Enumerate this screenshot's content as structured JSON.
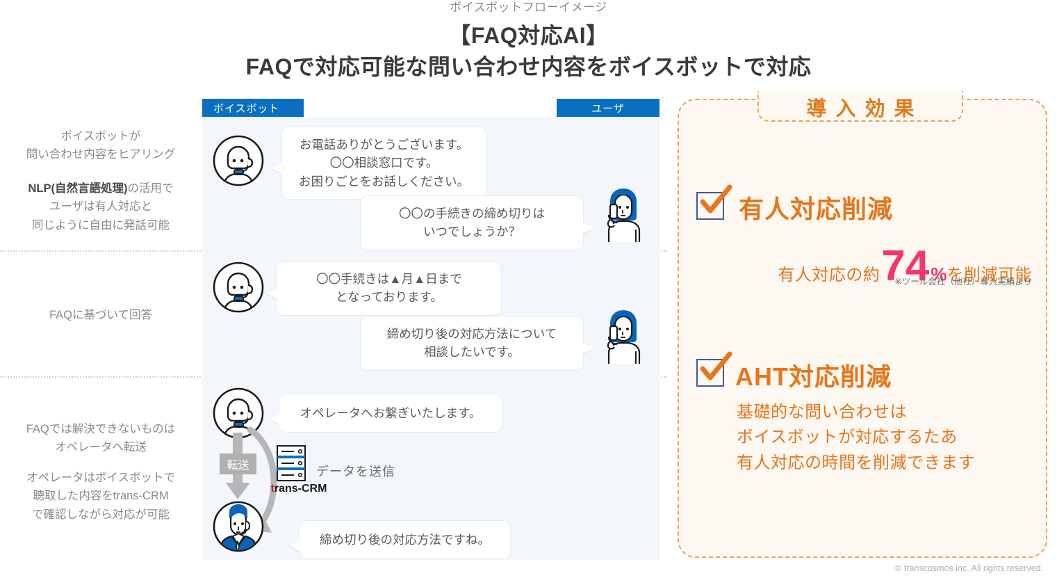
{
  "header": {
    "eyebrow": "ボイスボットフローイメージ",
    "title_line1": "【FAQ対応AI】",
    "title_line2": "FAQで対応可能な問い合わせ内容をボイスボットで対応"
  },
  "captions": {
    "c1": "ボイスボットが\n問い合わせ内容をヒアリング",
    "c1b_strong": "NLP(自然言語処理)",
    "c1b_rest": "の活用で\nユーザは有人対応と\n同じように自由に発話可能",
    "c2": "FAQに基づいて回答",
    "c3": "FAQでは解決できないものは\nオペレータへ転送",
    "c3b": "オペレータはボイスボットで\n聴取した内容をtrans-CRM\nで確認しながら対応が可能"
  },
  "chat": {
    "tab_bot": "ボイスボット",
    "tab_user": "ユーザ",
    "messages": [
      {
        "id": "m1",
        "speaker": "bot",
        "text": "お電話ありがとうございます。\n〇〇相談窓口です。\nお困りごとをお話しください。"
      },
      {
        "id": "m2",
        "speaker": "user",
        "text": "〇〇の手続きの締め切りは\nいつでしょうか？"
      },
      {
        "id": "m3",
        "speaker": "bot",
        "text": "〇〇手続きは▲月▲日まで\nとなっております。"
      },
      {
        "id": "m4",
        "speaker": "user",
        "text": "締め切り後の対応方法について\n相談したいです。"
      },
      {
        "id": "m5",
        "speaker": "bot",
        "text": "オペレータへお繋ぎいたします。"
      },
      {
        "id": "m6",
        "speaker": "operator",
        "text": "締め切り後の対応方法ですね。"
      }
    ],
    "transfer_label": "転送",
    "crm_label_red": "t",
    "crm_label_rest": "rans-CRM",
    "send_data_label": "データを送信"
  },
  "effects": {
    "title": "導入効果",
    "items": [
      {
        "heading": "有人対応削減",
        "stat_pre": "有人対応の約",
        "stat_number": "74",
        "stat_percent": "%",
        "stat_post": "を削減可能",
        "note": "※ツール会社（他社）導入実績より"
      },
      {
        "heading": "AHT対応削減",
        "body": "基礎的な問い合わせは\nボイスボットが対応するたあ\n有人対応の時間を削減できます"
      }
    ]
  },
  "footer": {
    "copyright": "© transcosmos inc. All rights reserved."
  },
  "colors": {
    "brand_blue": "#0a6fc2",
    "accent_orange": "#e8751a",
    "panel_bg": "#fdf8f2",
    "stat_pink": "#f4356e",
    "chat_bg": "#f3f7fb"
  }
}
